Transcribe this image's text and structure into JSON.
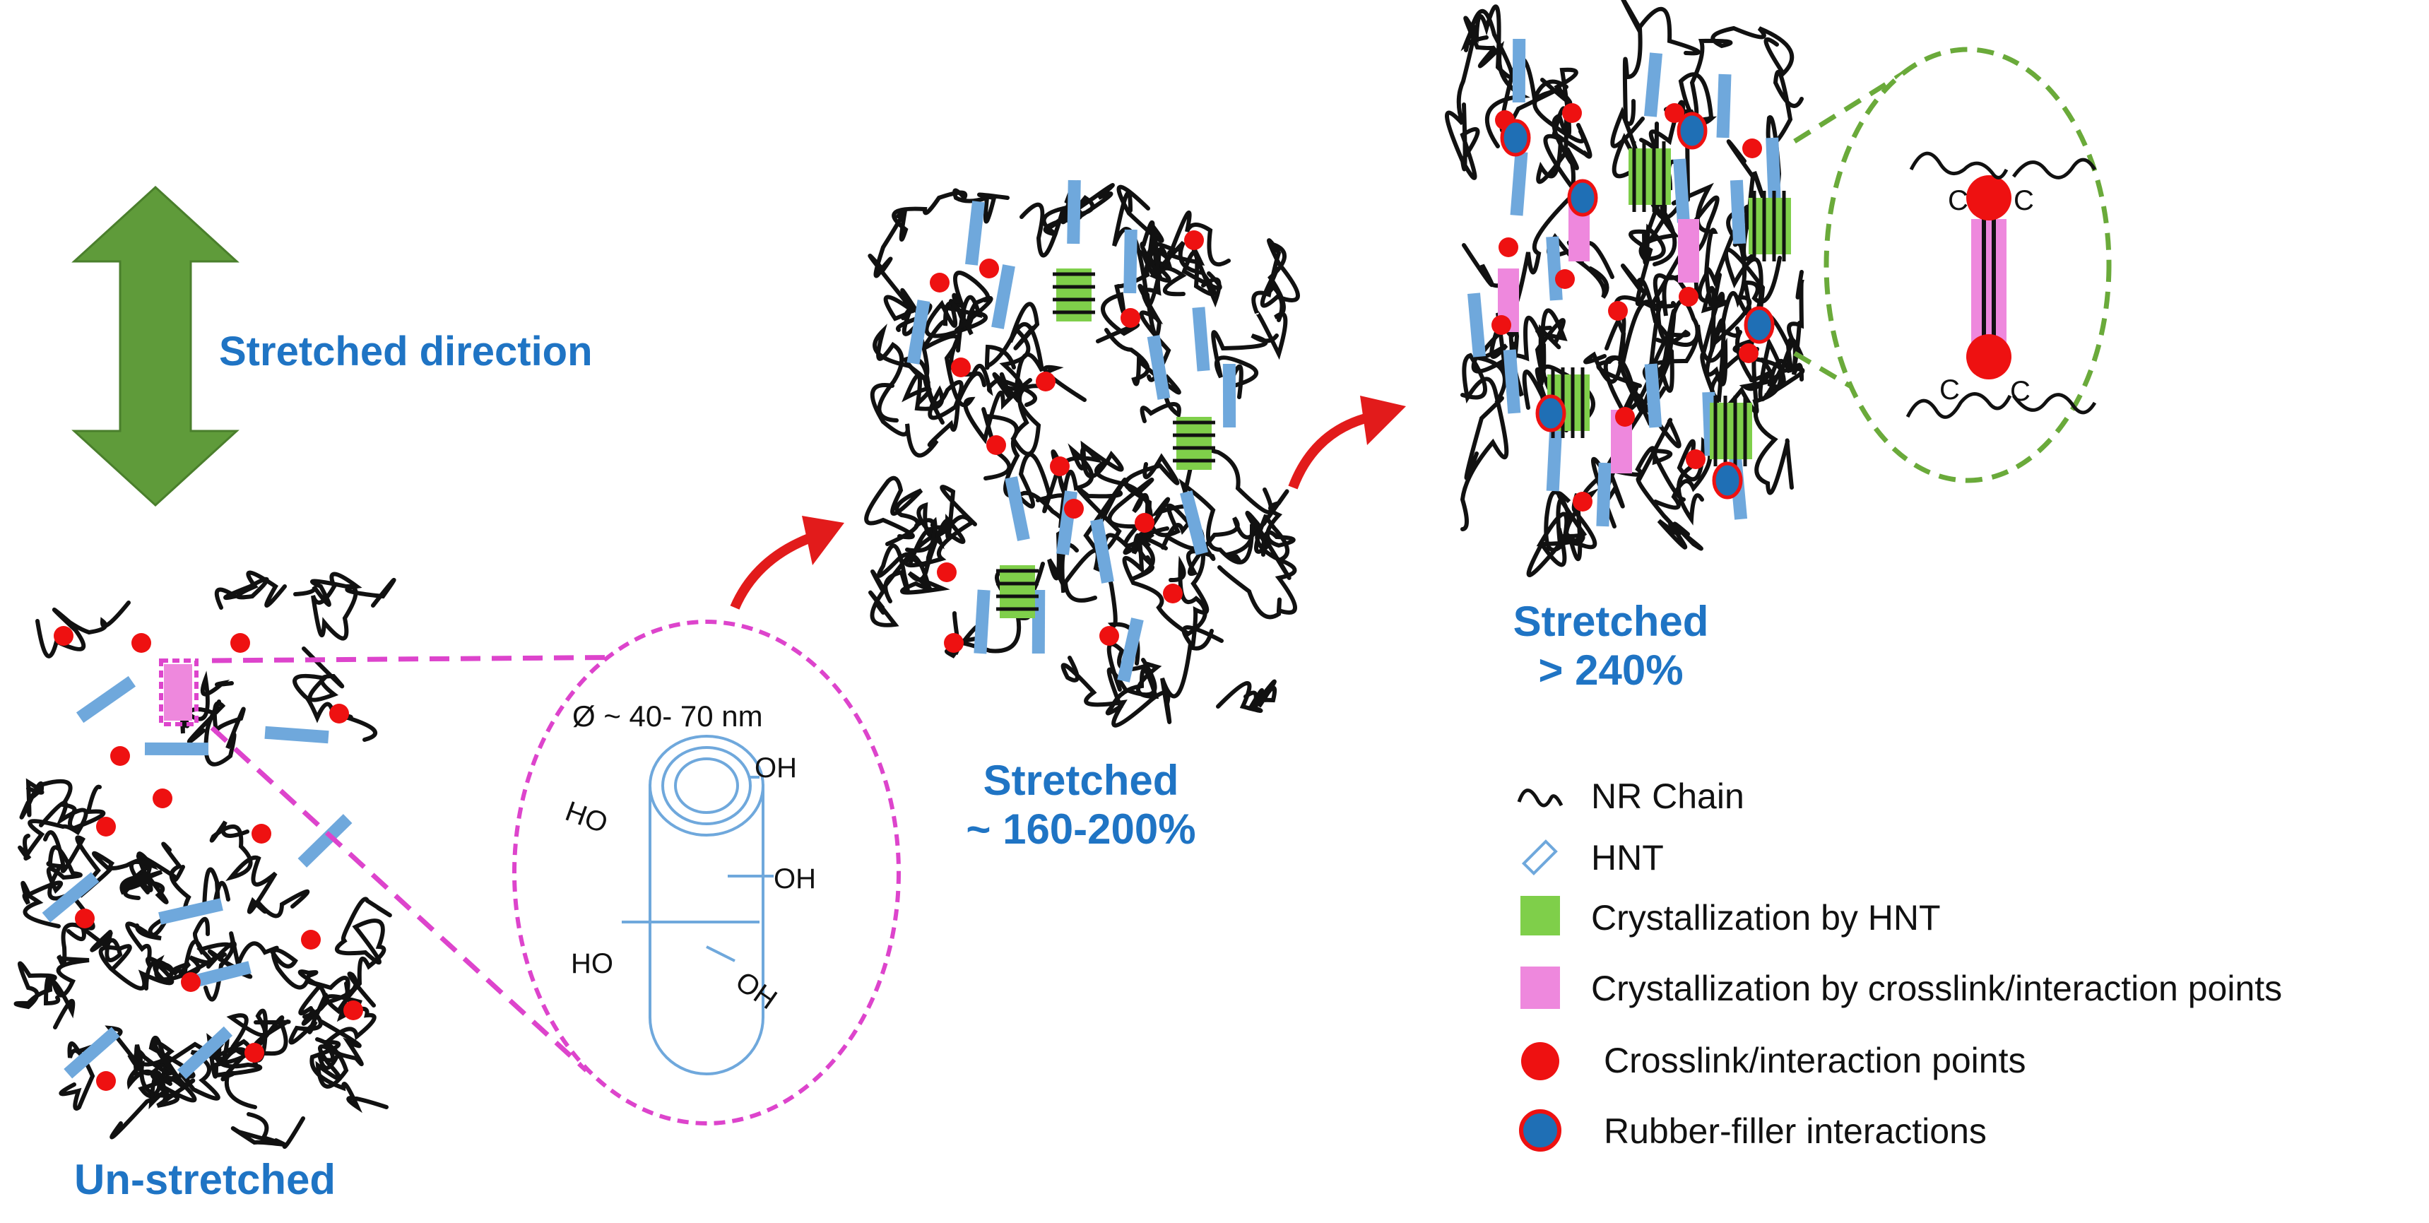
{
  "labels": {
    "direction": "Stretched direction",
    "unstretched": "Un-stretched",
    "stretched_mid_1": "Stretched",
    "stretched_mid_2": "~ 160-200%",
    "stretched_high_1": "Stretched",
    "stretched_high_2": "> 240%"
  },
  "hnt_zoom": {
    "diameter": "Ø ~ 40- 70 nm",
    "oh_top": "OH",
    "ho_left_top": "HO",
    "oh_right_mid": "OH",
    "ho_left_bottom": "HO",
    "oh_right_bottom": "OH"
  },
  "crosslink_zoom": {
    "c1": "C",
    "c2": "C",
    "c3": "C",
    "c4": "C"
  },
  "legend": [
    {
      "symbol": "nr-chain",
      "label": "NR Chain"
    },
    {
      "symbol": "hnt",
      "label": "HNT"
    },
    {
      "symbol": "green-box",
      "label": "Crystallization by HNT"
    },
    {
      "symbol": "pink-box",
      "label": "Crystallization by crosslink/interaction points"
    },
    {
      "symbol": "red-dot",
      "label": "Crosslink/interaction points"
    },
    {
      "symbol": "blue-dot",
      "label": "Rubber-filler interactions"
    }
  ],
  "colors": {
    "label_blue": "#1f74c4",
    "arrow_green": "#5f9b3a",
    "crosslink_red": "#ee1111",
    "hnt_blue": "#6fa8dc",
    "crystal_green": "#7fcf4a",
    "crystal_pink": "#ee88dd",
    "zoom_magenta": "#dd44cc",
    "zoom_green": "#6aaa3a"
  }
}
